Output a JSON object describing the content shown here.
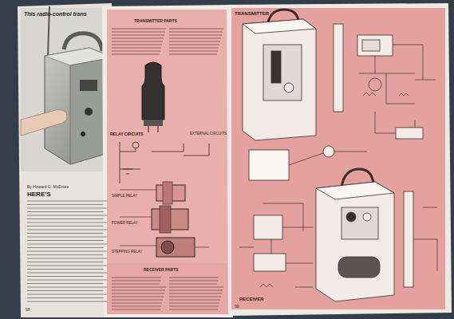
{
  "diagram": {
    "labels": [
      "This radio-control trans",
      "By Howard G. McEntee",
      "HERE'S",
      "TRANSMITTER PARTS",
      "RELAY CIRCUITS",
      "EXTERNAL CIRCUITS",
      "SIMPLE RELAY",
      "POWER RELAY",
      "STEPPING RELAY",
      "RECEIVER PARTS",
      "TRANSMITTER",
      "RECEIVER",
      "98",
      "99"
    ]
  }
}
